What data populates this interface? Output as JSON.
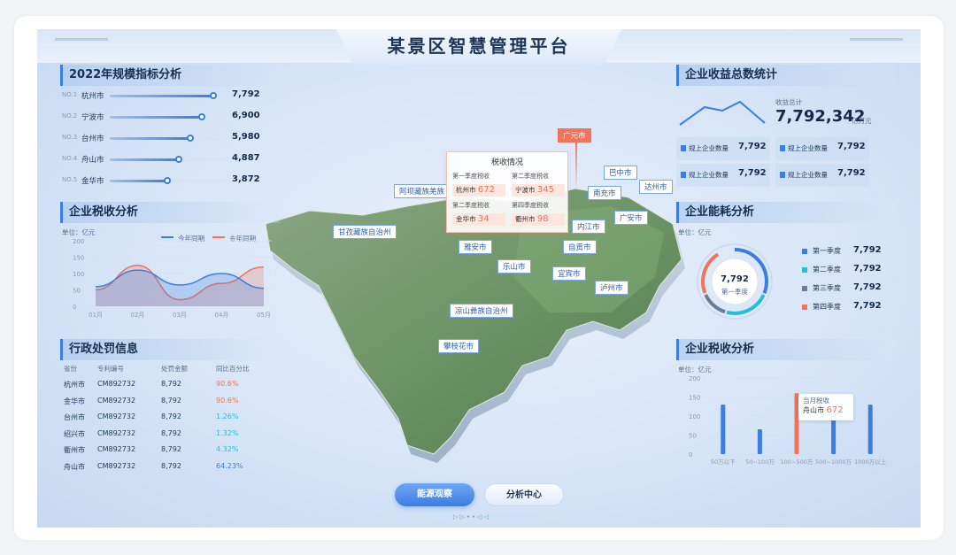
{
  "title": "某景区智慧管理平台",
  "left": {
    "ranking": {
      "title": "2022年规模指标分析",
      "items": [
        {
          "no": "NO.1",
          "city": "杭州市",
          "value": "7,792",
          "ratio": 0.9
        },
        {
          "no": "NO.2",
          "city": "宁波市",
          "value": "6,900",
          "ratio": 0.8
        },
        {
          "no": "NO.3",
          "city": "台州市",
          "value": "5,980",
          "ratio": 0.7
        },
        {
          "no": "NO.4",
          "city": "舟山市",
          "value": "4,887",
          "ratio": 0.6
        },
        {
          "no": "NO.5",
          "city": "金华市",
          "value": "3,872",
          "ratio": 0.5
        }
      ]
    },
    "tax_line": {
      "title": "企业税收分析",
      "unit": "单位：亿元",
      "legend_current": "今年同期",
      "legend_last": "去年同期"
    },
    "penalty": {
      "title": "行政处罚信息",
      "headers": [
        "省份",
        "专利编号",
        "处罚金额",
        "同比百分比"
      ],
      "rows": [
        {
          "city": "杭州市",
          "code": "CM892732",
          "amount": "8,792",
          "pct": "90.6%",
          "color": "#f0735a"
        },
        {
          "city": "金华市",
          "code": "CM892732",
          "amount": "8,792",
          "pct": "90.6%",
          "color": "#f0735a"
        },
        {
          "city": "台州市",
          "code": "CM892732",
          "amount": "8,792",
          "pct": "1.26%",
          "color": "#22c0d8"
        },
        {
          "city": "绍兴市",
          "code": "CM892732",
          "amount": "8,792",
          "pct": "1.32%",
          "color": "#22c0d8"
        },
        {
          "city": "衢州市",
          "code": "CM892732",
          "amount": "8,792",
          "pct": "4.32%",
          "color": "#22c0d8"
        },
        {
          "city": "舟山市",
          "code": "CM892732",
          "amount": "8,792",
          "pct": "64.23%",
          "color": "#3b7de0"
        }
      ]
    }
  },
  "right": {
    "income": {
      "title": "企业收益总数统计",
      "total_label": "收益总计",
      "total_value": "7,792,342",
      "total_unit": "亿万元",
      "cells": [
        {
          "label": "规上企业数量",
          "value": "7,792"
        },
        {
          "label": "规上企业数量",
          "value": "7,792"
        },
        {
          "label": "规上企业数量",
          "value": "7,792"
        },
        {
          "label": "规上企业数量",
          "value": "7,792"
        }
      ]
    },
    "energy": {
      "title": "企业能耗分析",
      "unit": "单位：亿元",
      "center_value": "7,792",
      "center_label": "第一季度",
      "legend": [
        {
          "label": "第一季度",
          "value": "7,792",
          "color": "#3b7de0"
        },
        {
          "label": "第二季度",
          "value": "7,792",
          "color": "#22c0d8"
        },
        {
          "label": "第三季度",
          "value": "7,792",
          "color": "#6a7c99"
        },
        {
          "label": "第四季度",
          "value": "7,792",
          "color": "#f0735a"
        }
      ]
    },
    "tax_bar": {
      "title": "企业税收分析",
      "unit": "单位：亿元",
      "tooltip_title": "当月税收",
      "tooltip_city": "舟山市",
      "tooltip_value": "672"
    }
  },
  "map": {
    "labels": [
      "甘孜藏族自治州",
      "阿坝藏族羌族",
      "雅安市",
      "乐山市",
      "凉山彝族自治州",
      "攀枝花市",
      "广元市",
      "巴中市",
      "达州市",
      "南充市",
      "广安市",
      "内江市",
      "自贡市",
      "宜宾市",
      "泸州市"
    ],
    "popup": {
      "title": "税收情况",
      "q1_label": "第一季度税收",
      "q2_label": "第二季度税收",
      "q3_label": "第二季度税收",
      "q4_label": "第四季度税收",
      "q1_city": "杭州市",
      "q1_value": "672",
      "q2_city": "宁波市",
      "q2_value": "345",
      "q3_city": "金华市",
      "q3_value": "34",
      "q4_city": "衢州市",
      "q4_value": "98"
    }
  },
  "buttons": {
    "energy": "能源观察",
    "analysis": "分析中心"
  },
  "chart_data": [
    {
      "type": "area",
      "title": "企业税收分析",
      "xlabel": "",
      "ylabel": "单位：亿元",
      "categories": [
        "01月",
        "02月",
        "03月",
        "04月",
        "05月"
      ],
      "ylim": [
        0,
        200
      ],
      "yticks": [
        "200",
        "150",
        "100",
        "50",
        "0"
      ],
      "series": [
        {
          "name": "今年同期",
          "values": [
            60,
            110,
            65,
            100,
            55
          ],
          "color": "#3b7de0"
        },
        {
          "name": "去年同期",
          "values": [
            50,
            125,
            20,
            70,
            120
          ],
          "color": "#f0735a"
        }
      ]
    },
    {
      "type": "bar",
      "title": "企业税收分析",
      "ylabel": "单位：亿元",
      "categories": [
        "50万以下",
        "50~100万",
        "100~500万",
        "500~1000万",
        "1000万以上"
      ],
      "ylim": [
        0,
        200
      ],
      "yticks": [
        "200",
        "150",
        "100",
        "50",
        "0"
      ],
      "values": [
        130,
        65,
        160,
        120,
        130
      ],
      "highlight_index": 2
    }
  ]
}
